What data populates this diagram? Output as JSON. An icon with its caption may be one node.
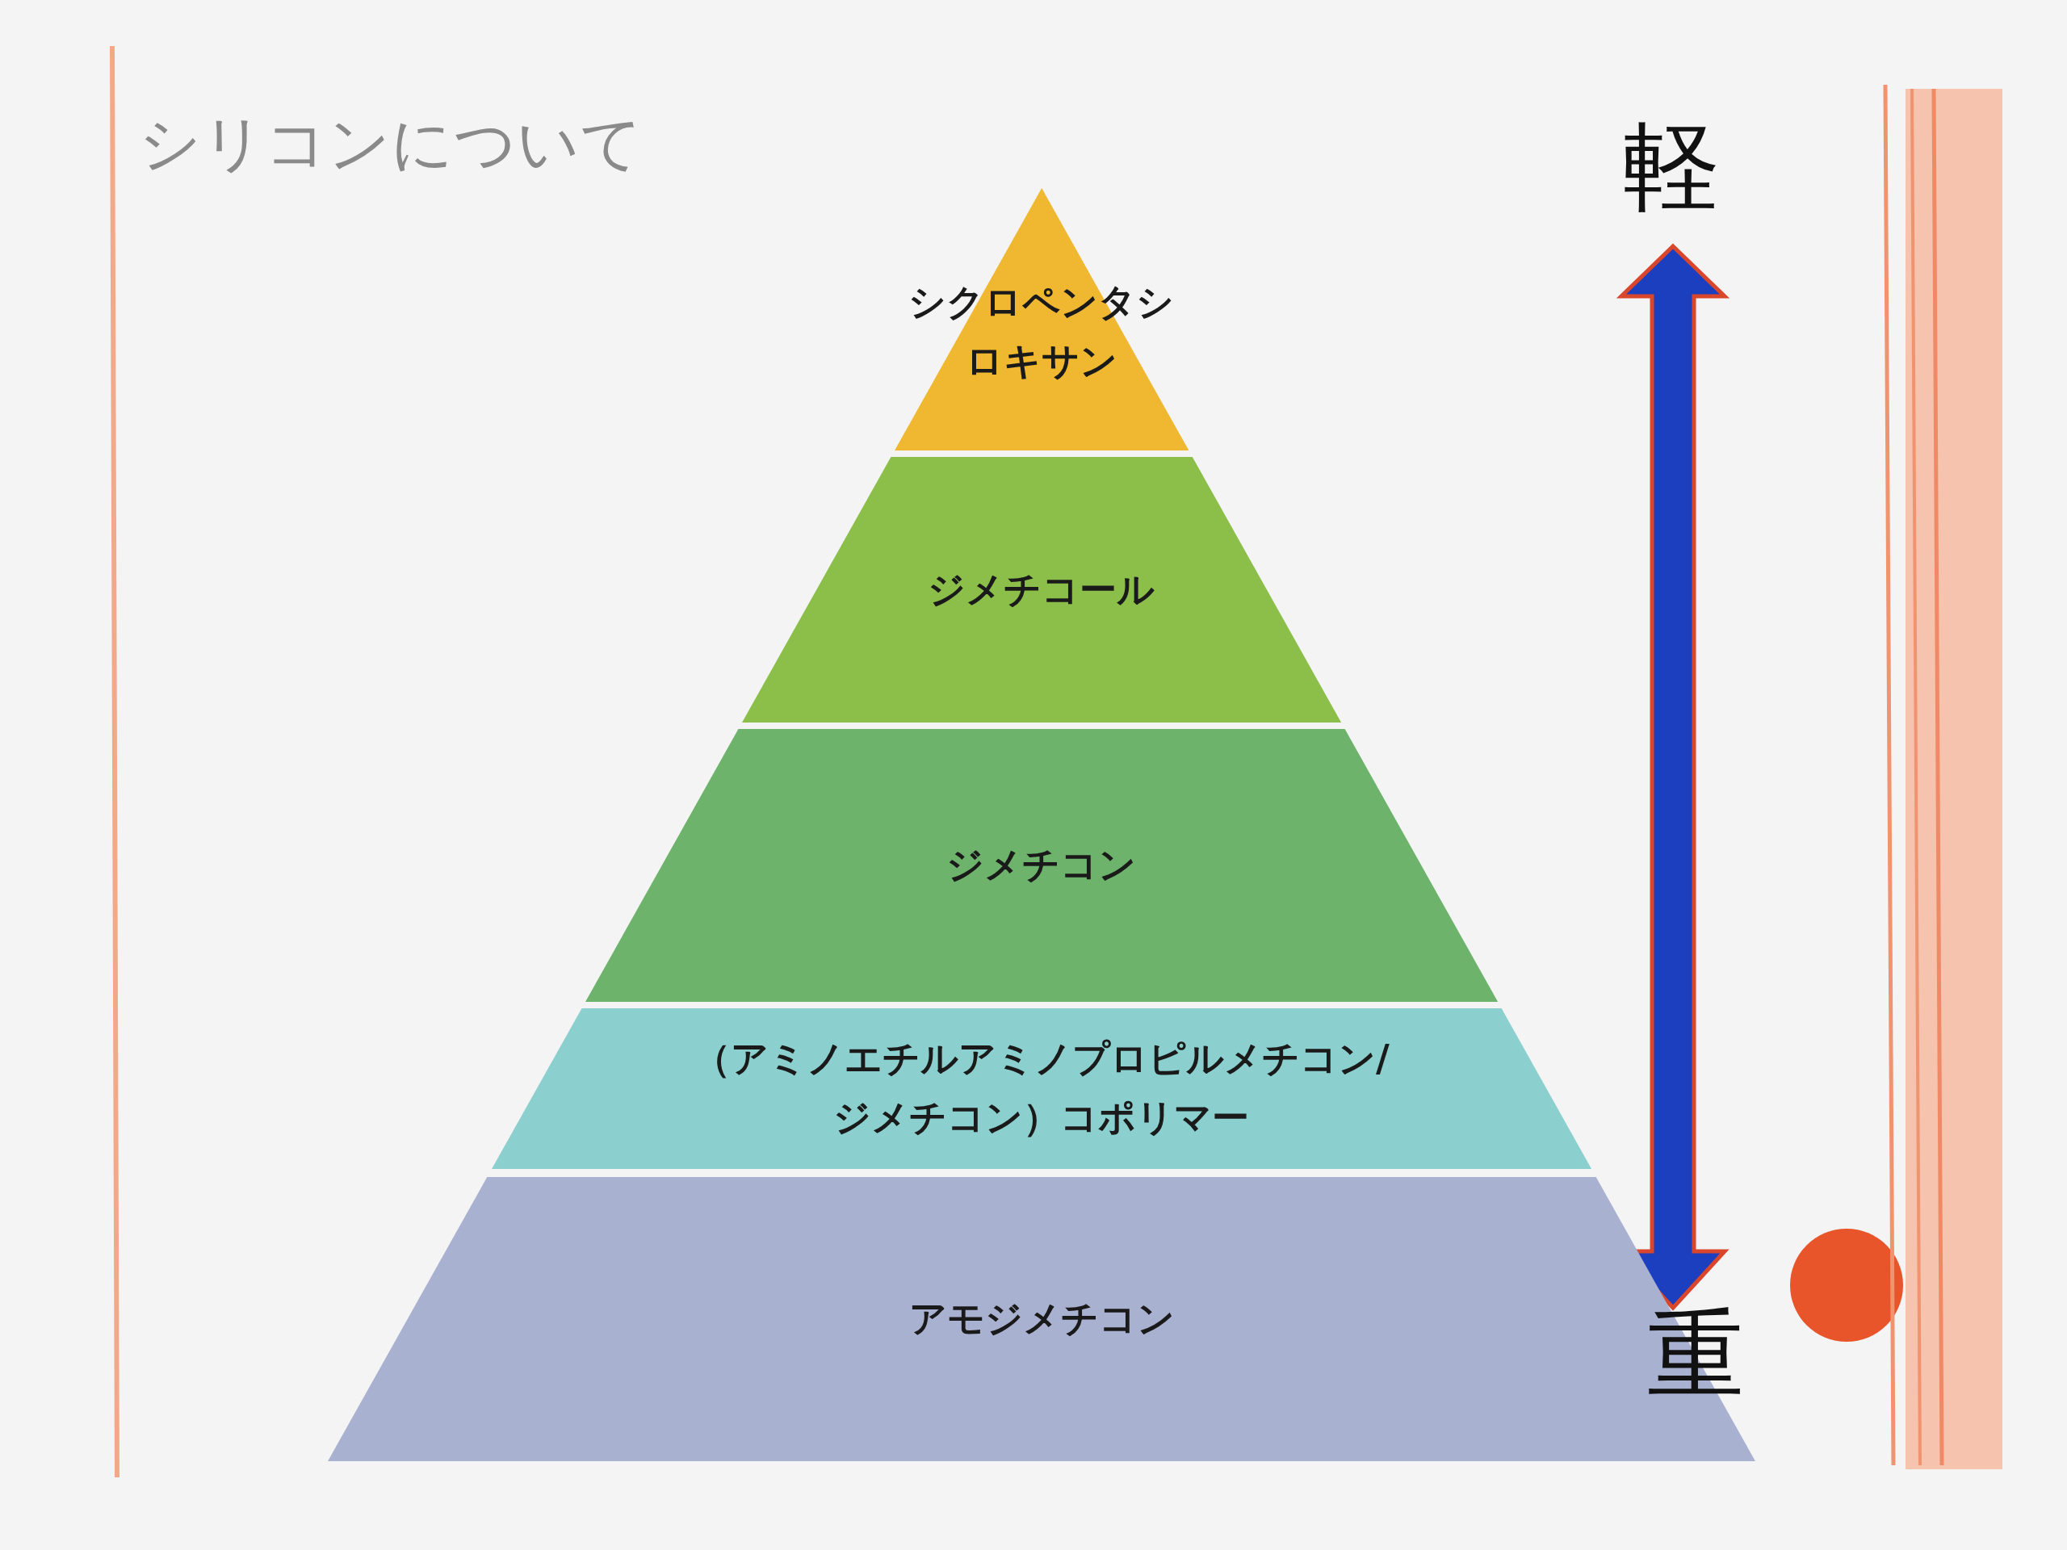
{
  "diagram": {
    "title": "シリコンについて",
    "nodes": [
      {
        "text": [
          "シクロペンタシロキサン"
        ]
      },
      {
        "text": [
          "ジメチコール"
        ]
      },
      {
        "text": [
          "ジメチコン"
        ]
      },
      {
        "text": [
          "（アミノエチルアミノプロピルメチコン/ジメチコン）コポリマー"
        ]
      },
      {
        "text": [
          "アモジメチコン"
        ]
      }
    ],
    "edges": [],
    "labels": [
      "軽",
      "重"
    ]
  }
}
